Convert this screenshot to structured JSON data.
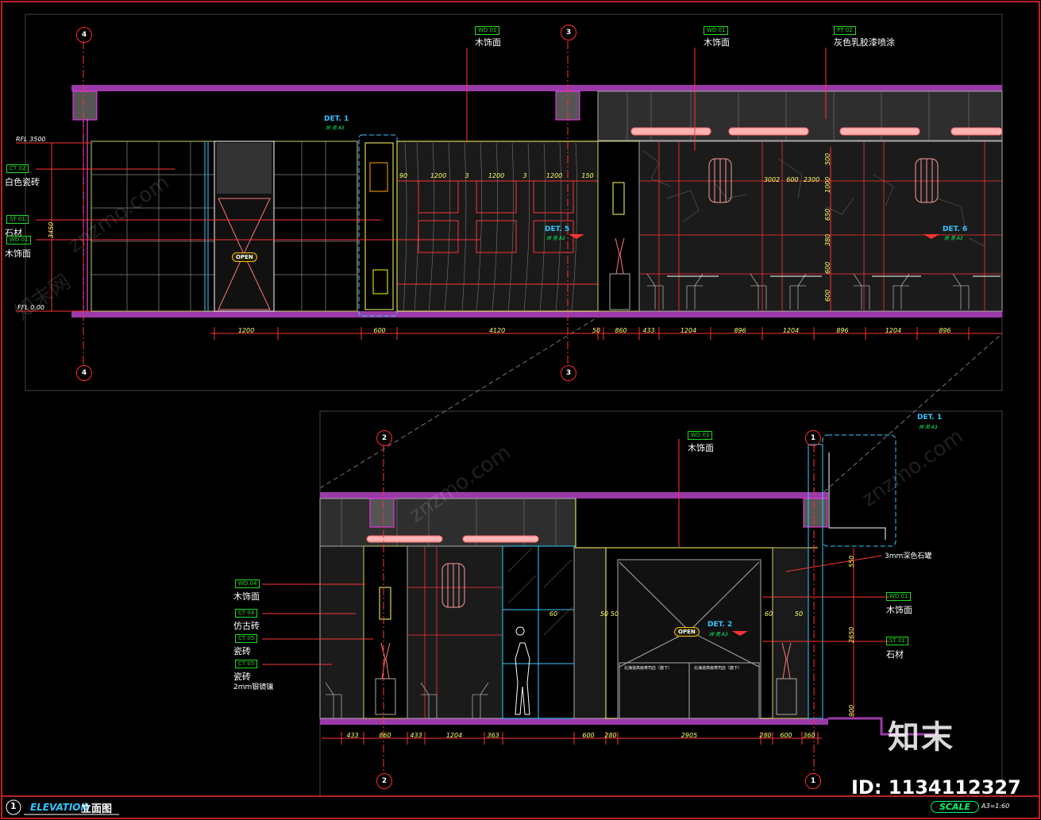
{
  "title": {
    "number": "1",
    "en": "ELEVATION",
    "cn": "立面图",
    "scale_label": "SCALE",
    "scale_value": "A3=1:60"
  },
  "branding": {
    "logo": "知末",
    "id_text": "ID: 1134112327",
    "watermark": "znzmo.com",
    "watermark_cn": "知末网"
  },
  "grid_bubbles": {
    "g4": "4",
    "g3": "3",
    "g2": "2",
    "g1": "1"
  },
  "levels": {
    "top": "RFL 3500",
    "bottom": "FFL 0.00",
    "height": "3450"
  },
  "upper": {
    "callouts": [
      {
        "tag": "CT  02",
        "text": "白色瓷砖"
      },
      {
        "tag": "ST  01",
        "text": "石材"
      },
      {
        "tag": "WD  01",
        "text": "木饰面"
      }
    ],
    "top_callouts": [
      {
        "tag": "WD  01",
        "text": "木饰面"
      },
      {
        "tag": "WD  01",
        "text": "木饰面"
      },
      {
        "tag": "PT  02",
        "text": "灰色乳胶漆喷涂"
      }
    ],
    "det1": {
      "title": "DET. 1",
      "sub": "詳 見 A3"
    },
    "det5": {
      "title": "DET. 5",
      "sub": "詳 見 A3"
    },
    "det6": {
      "title": "DET. 6",
      "sub": "詳 見 A3"
    },
    "open": "OPEN",
    "dims_bottom": [
      "1200",
      "600",
      "4120",
      "50",
      "860",
      "433",
      "1204",
      "896",
      "1204",
      "896",
      "1204",
      "896"
    ],
    "dims_panel": [
      "90",
      "1200",
      "3",
      "1200",
      "3",
      "1200",
      "150"
    ],
    "dims_right": [
      "3002",
      "600",
      "2300"
    ],
    "dims_vertical": [
      "500",
      "1000",
      "650",
      "380",
      "600",
      "600"
    ]
  },
  "lower": {
    "callouts_left": [
      {
        "tag": "WD  04",
        "text": "木饰面"
      },
      {
        "tag": "CT  04",
        "text": "仿古砖"
      },
      {
        "tag": "CT  05",
        "text": "瓷砖"
      },
      {
        "tag": "CT  05",
        "text": "瓷砖"
      }
    ],
    "mirror_note": "2mm银镜镶",
    "callout_top": {
      "tag": "WD  01",
      "text": "木饰面"
    },
    "callouts_right": [
      {
        "tag": "WD  01",
        "text": "木饰面"
      },
      {
        "tag": "ST  01",
        "text": "石材"
      }
    ],
    "glass_note": "3mm深色石罐",
    "det1": {
      "title": "DET. 1",
      "sub": "詳 見 A3"
    },
    "det2": {
      "title": "DET. 2",
      "sub": "詳 見 A3"
    },
    "open": "OPEN",
    "signs": [
      "北海道高级寿司店（旗下）",
      "北海道高级寿司店（旗下）"
    ],
    "dims_bottom": [
      "433",
      "860",
      "433",
      "1204",
      "363",
      "600",
      "280",
      "2905",
      "280",
      "600",
      "360"
    ],
    "dims_left": [
      "60",
      "50",
      "50"
    ],
    "dims_right": [
      "60",
      "50"
    ],
    "dims_vertical": [
      "550",
      "2650",
      "900"
    ]
  }
}
